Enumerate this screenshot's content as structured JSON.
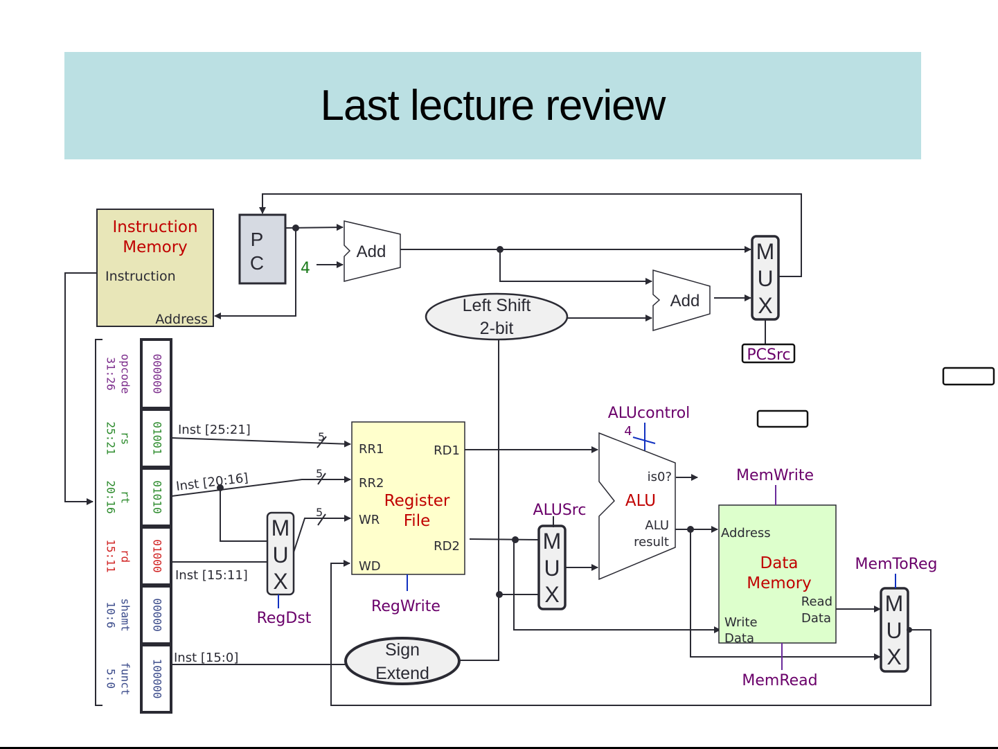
{
  "slide": {
    "title": "Last lecture review"
  },
  "colors": {
    "title_band": "#bbe0e3",
    "instruction_memory_fill": "#e8e6b8",
    "pc_fill": "#d6dae2",
    "register_file_fill": "#ffffcc",
    "data_memory_fill": "#ddffcc",
    "unit_label": "#c00000",
    "control_signal": "#6a006a",
    "control_wire": "#1030c0"
  },
  "diagram": {
    "instruction_memory": {
      "title_line1": "Instruction",
      "title_line2": "Memory",
      "port_instruction": "Instruction",
      "port_address": "Address"
    },
    "pc": {
      "line1": "P",
      "line2": "C"
    },
    "constant_four": "4",
    "adder_pc": {
      "label": "Add"
    },
    "adder_branch": {
      "label": "Add"
    },
    "left_shift": {
      "line1": "Left Shift",
      "line2": "2-bit"
    },
    "mux_pcsrc": {
      "letters": [
        "M",
        "U",
        "X"
      ],
      "control": "PCSrc"
    },
    "instruction_fields": [
      {
        "name": "opcode",
        "bits": "31:26",
        "value": "000000",
        "color": "#7a2a8a"
      },
      {
        "name": "rs",
        "bits": "25:21",
        "value": "01001",
        "color": "#2a8a2a"
      },
      {
        "name": "rt",
        "bits": "20:16",
        "value": "01010",
        "color": "#2a8a2a"
      },
      {
        "name": "rd",
        "bits": "15:11",
        "value": "01000",
        "color": "#d02020"
      },
      {
        "name": "shamt",
        "bits": "10:6",
        "value": "00000",
        "color": "#3a4a8a"
      },
      {
        "name": "funct",
        "bits": "5:0",
        "value": "100000",
        "color": "#3a4a8a"
      }
    ],
    "wires": {
      "inst_25_21": "Inst [25:21]",
      "inst_20_16": "Inst [20:16]",
      "inst_15_11": "Inst [15:11]",
      "inst_15_0": "Inst [15:0]",
      "width_rr1": "5",
      "width_rr2": "5",
      "width_wr": "5"
    },
    "mux_regdst": {
      "letters": [
        "M",
        "U",
        "X"
      ],
      "control": "RegDst"
    },
    "register_file": {
      "title_line1": "Register",
      "title_line2": "File",
      "port_rr1": "RR1",
      "port_rr2": "RR2",
      "port_wr": "WR",
      "port_wd": "WD",
      "port_rd1": "RD1",
      "port_rd2": "RD2",
      "control": "RegWrite"
    },
    "sign_extend": {
      "line1": "Sign",
      "line2": "Extend"
    },
    "mux_alusrc": {
      "letters": [
        "M",
        "U",
        "X"
      ],
      "control": "ALUSrc"
    },
    "alu": {
      "label": "ALU",
      "port_zero": "is0?",
      "port_result_line1": "ALU",
      "port_result_line2": "result",
      "control": "ALUcontrol",
      "control_width": "4"
    },
    "data_memory": {
      "title_line1": "Data",
      "title_line2": "Memory",
      "port_address": "Address",
      "port_write_line1": "Write",
      "port_write_line2": "Data",
      "port_read_line1": "Read",
      "port_read_line2": "Data",
      "control_write": "MemWrite",
      "control_read": "MemRead"
    },
    "mux_memtoreg": {
      "letters": [
        "M",
        "U",
        "X"
      ],
      "control": "MemToReg"
    }
  }
}
